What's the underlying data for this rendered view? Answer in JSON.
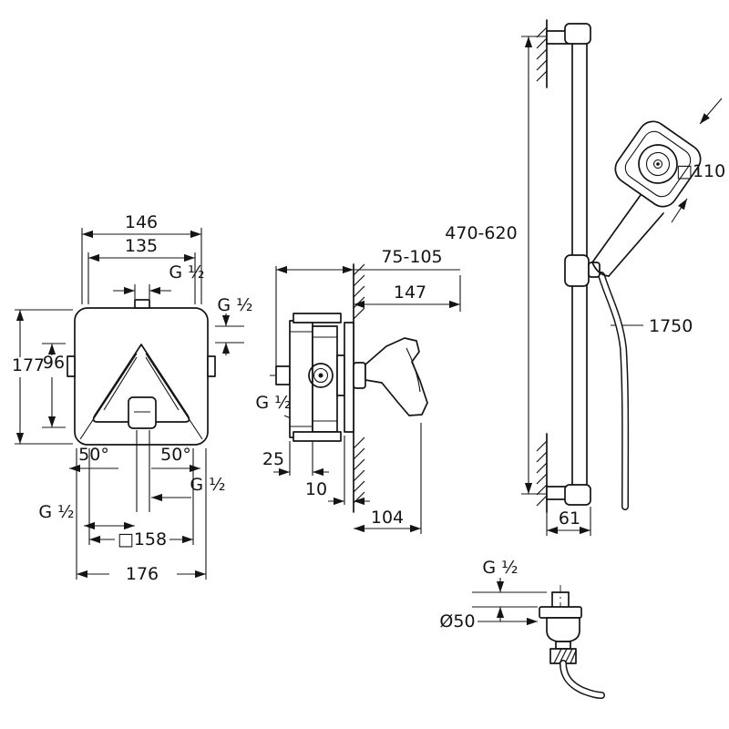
{
  "front": {
    "w_outer_top": "146",
    "w_inner_top": "135",
    "g_top": "G ½",
    "g_right": "G ½",
    "h_outer": "177",
    "h_inner": "96",
    "angle_left": "50°",
    "angle_right": "50°",
    "g_bottom_right": "G ½",
    "g_bottom_left": "G ½",
    "square": "□158",
    "w_bottom": "176"
  },
  "side": {
    "depth_range": "75-105",
    "projection": "147",
    "g_inlet": "G ½",
    "box_depth": "25",
    "trim_depth": "10",
    "lever_projection": "104"
  },
  "rail": {
    "height_range": "470-620",
    "head_size": "□110",
    "hose_length": "1750",
    "wall_offset": "61"
  },
  "outlet": {
    "g_thread": "G ½",
    "flange_dia": "Ø50"
  }
}
